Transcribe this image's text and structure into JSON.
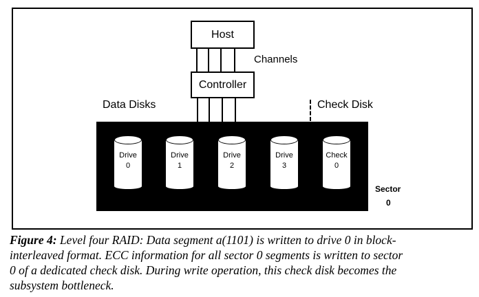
{
  "diagram": {
    "host_label": "Host",
    "controller_label": "Controller",
    "channels_label": "Channels",
    "data_disks_label": "Data Disks",
    "check_disk_label": "Check Disk",
    "sector_label": "Sector",
    "sector_value": "0",
    "drives": [
      {
        "name": "Drive",
        "id": "0"
      },
      {
        "name": "Drive",
        "id": "1"
      },
      {
        "name": "Drive",
        "id": "2"
      },
      {
        "name": "Drive",
        "id": "3"
      },
      {
        "name": "Check",
        "id": "0"
      }
    ]
  },
  "caption": {
    "figure_label": "Figure 4:",
    "lines": [
      " Level four RAID: Data segment a(1101) is written to drive 0 in block-",
      "interleaved format. ECC information for all sector 0 segments is written to sector",
      "0 of a dedicated check disk. During write operation, this check disk becomes the",
      "subsystem bottleneck."
    ]
  }
}
